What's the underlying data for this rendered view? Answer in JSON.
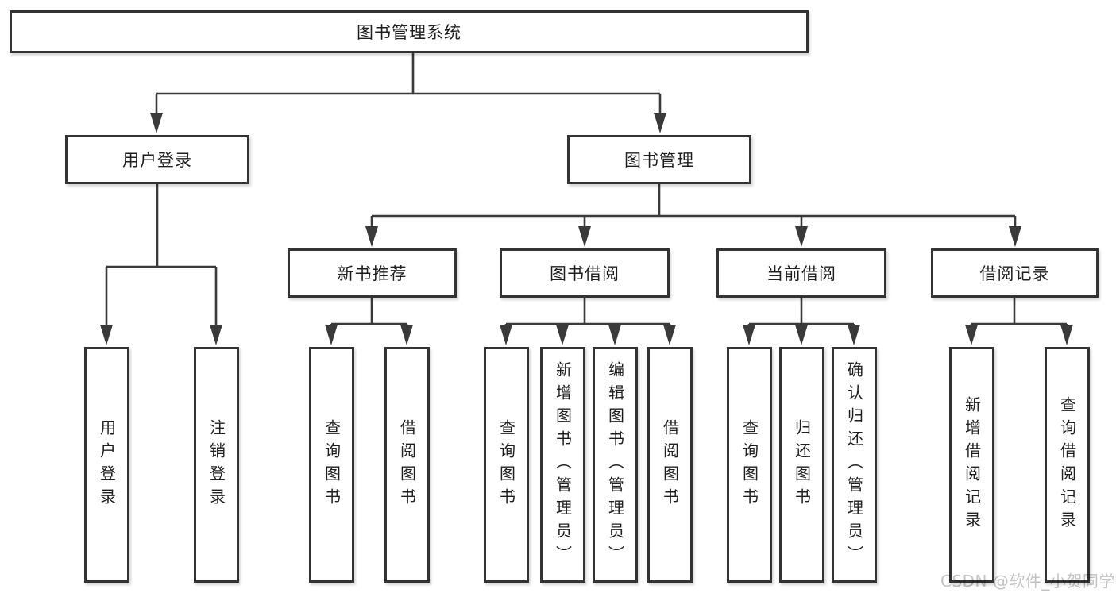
{
  "diagram": {
    "title": "图书管理系统",
    "tree": {
      "root": {
        "label": "图书管理系统",
        "children": [
          {
            "label": "用户登录",
            "children": [
              {
                "label": "用户登录"
              },
              {
                "label": "注销登录"
              }
            ]
          },
          {
            "label": "图书管理",
            "children": [
              {
                "label": "新书推荐",
                "children": [
                  {
                    "label": "查询图书"
                  },
                  {
                    "label": "借阅图书"
                  }
                ]
              },
              {
                "label": "图书借阅",
                "children": [
                  {
                    "label": "查询图书"
                  },
                  {
                    "label": "新增图书（管理员）"
                  },
                  {
                    "label": "编辑图书（管理员）"
                  },
                  {
                    "label": "借阅图书"
                  }
                ]
              },
              {
                "label": "当前借阅",
                "children": [
                  {
                    "label": "查询图书"
                  },
                  {
                    "label": "归还图书"
                  },
                  {
                    "label": "确认归还（管理员）"
                  }
                ]
              },
              {
                "label": "借阅记录",
                "children": [
                  {
                    "label": "新增借阅记录"
                  },
                  {
                    "label": "查询借阅记录"
                  }
                ]
              }
            ]
          }
        ]
      }
    }
  },
  "watermark": {
    "text": "CSDN @软件_小贺同学"
  },
  "colors": {
    "line": "#3a3a3a",
    "border": "#333333",
    "bg": "#ffffff",
    "text": "#1f1f1f",
    "watermark": "#c3c3c3"
  }
}
